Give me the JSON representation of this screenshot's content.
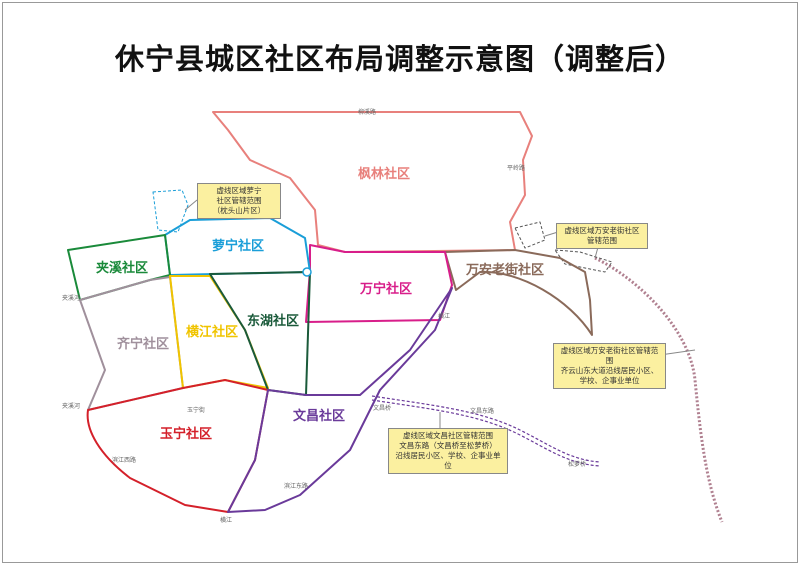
{
  "title": "休宁县城区社区布局调整示意图（调整后）",
  "communities": {
    "fenglin": {
      "name": "枫林社区",
      "color": "#e8807c"
    },
    "luoning": {
      "name": "萝宁社区",
      "color": "#1a9ed8"
    },
    "jiaxi": {
      "name": "夹溪社区",
      "color": "#1a8a3a"
    },
    "qining": {
      "name": "齐宁社区",
      "color": "#a0909c"
    },
    "hengjiang": {
      "name": "横江社区",
      "color": "#f0c400"
    },
    "donghu": {
      "name": "东湖社区",
      "color": "#1a5a3a"
    },
    "wanning": {
      "name": "万宁社区",
      "color": "#d81e8a"
    },
    "wananlaojie": {
      "name": "万安老街社区",
      "color": "#8a6a5a"
    },
    "wenchang": {
      "name": "文昌社区",
      "color": "#6a3a9a"
    },
    "yuning": {
      "name": "玉宁社区",
      "color": "#d4202a"
    }
  },
  "notes": {
    "luoning": [
      "虚线区域萝宁",
      "社区管辖范围",
      "（枕头山片区）"
    ],
    "wanan1": [
      "虚线区域万安老街社区",
      "管辖范围"
    ],
    "wanan2": [
      "虚线区域万安老街社区管辖范围",
      "齐云山东大道沿线居民小区、",
      "学校、企事业单位"
    ],
    "wenchang": [
      "虚线区域文昌社区管辖范围",
      "文昌东路（文昌桥至松萝桥）",
      "沿线居民小区、学校、企事业单位"
    ]
  },
  "roads": {
    "top": "柳溪路",
    "pingling": "平岭路",
    "jiaxihe1": "夹溪河",
    "jiaxihe2": "夹溪河",
    "hengjiang1": "横江",
    "hengjiang2": "横江",
    "wenchangqiao": "文昌桥",
    "songluoqiao": "松萝桥",
    "yuningjie": "玉宁街",
    "binjiangxi": "滨江西路",
    "binjiangdong": "滨江东路",
    "wenchangdong": "文昌东路"
  }
}
